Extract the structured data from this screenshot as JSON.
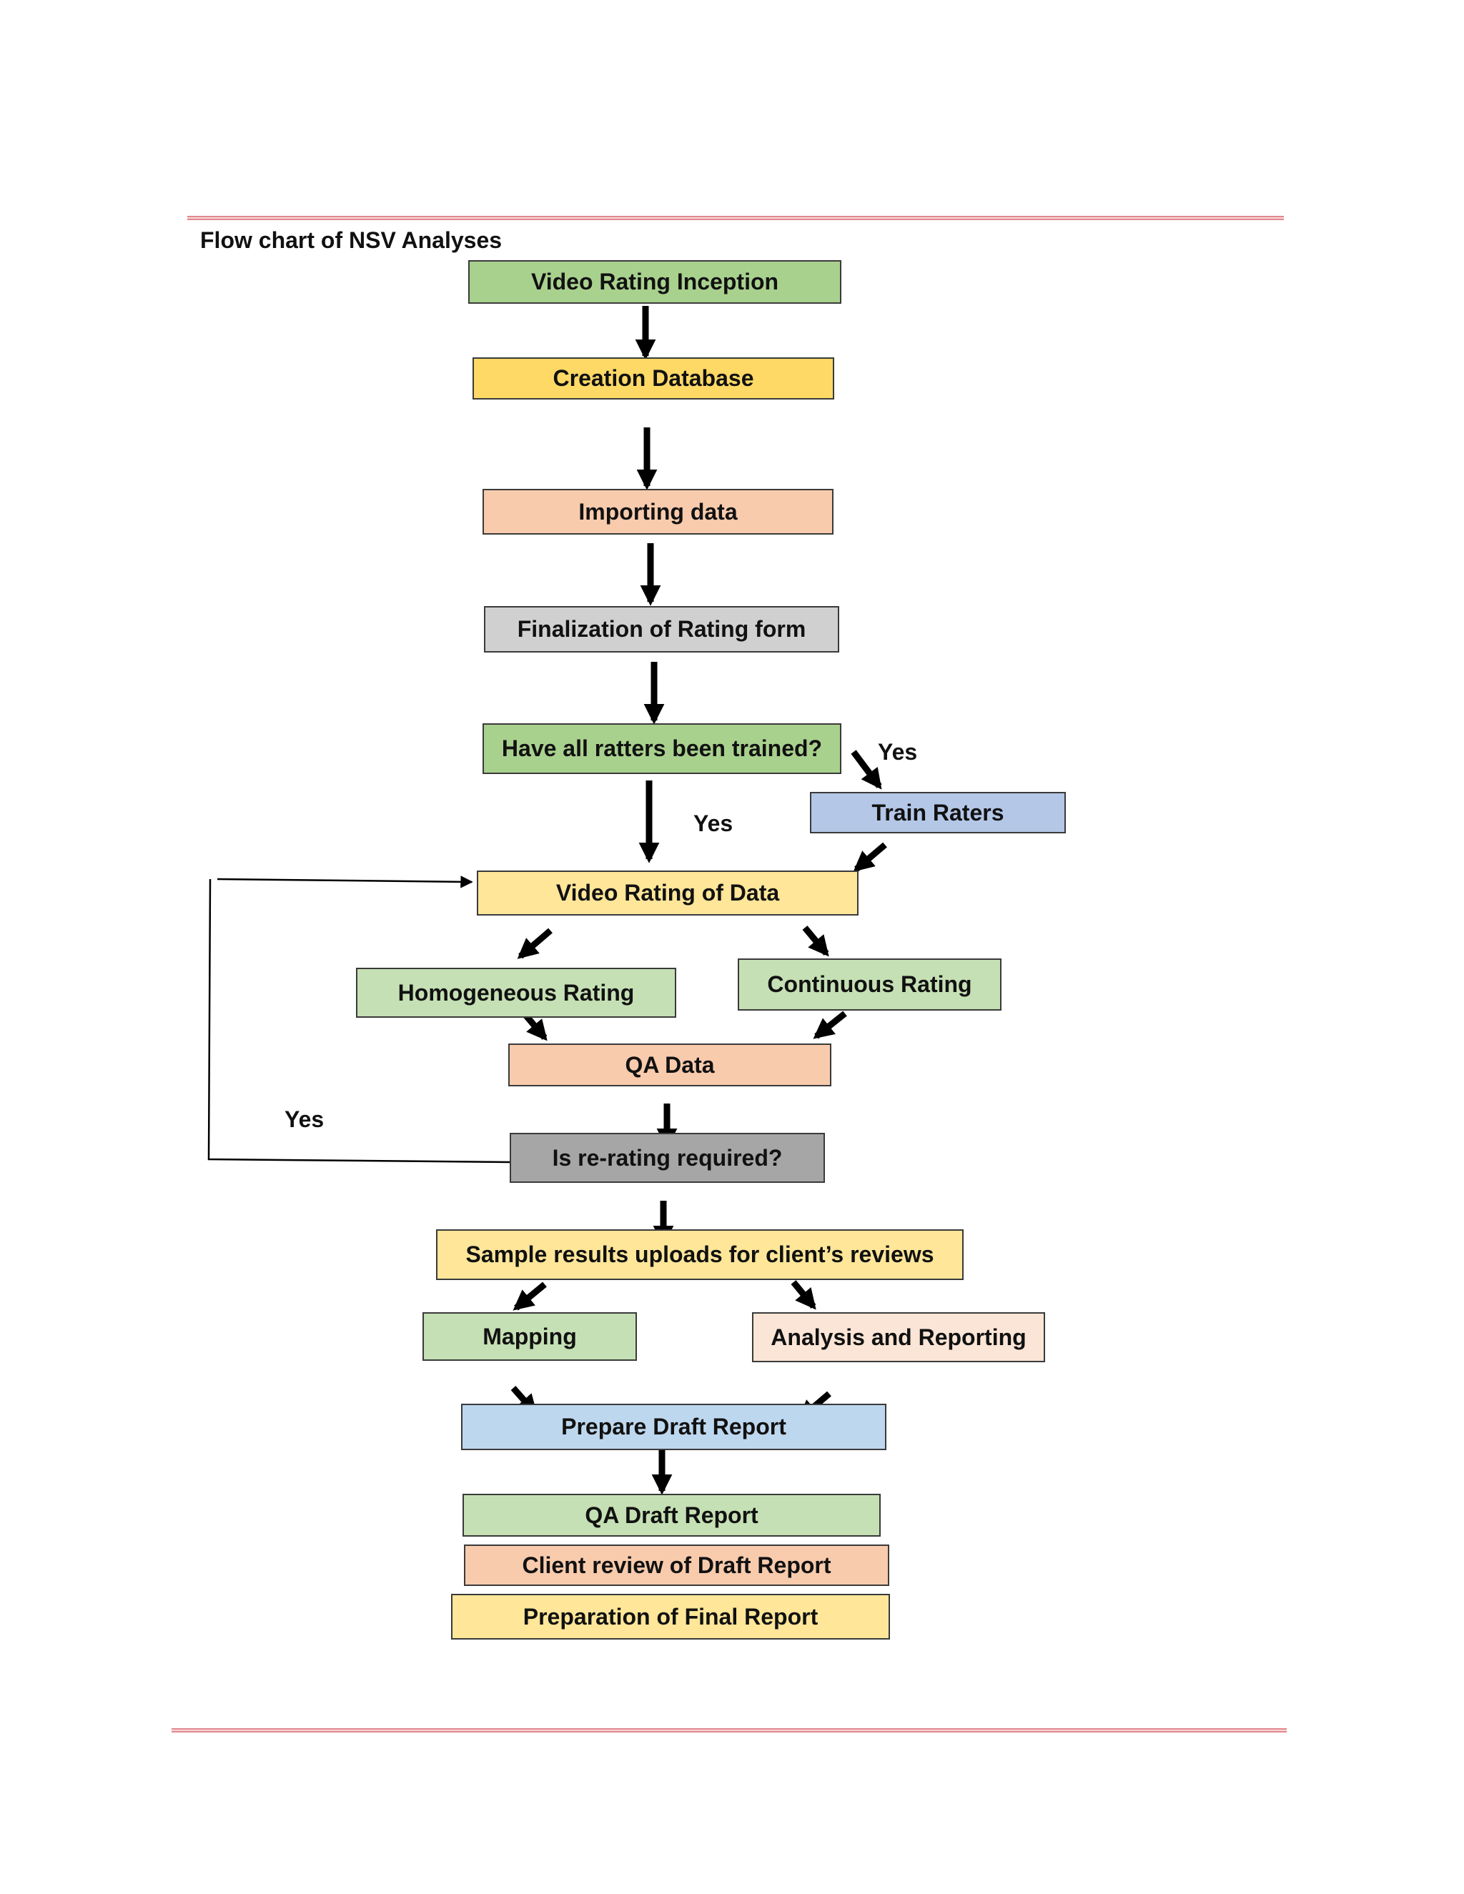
{
  "title": "Flow chart of NSV Analyses",
  "colors": {
    "green": "#a9d18e",
    "lightgreen": "#c5e0b4",
    "gold": "#ffd966",
    "lightyellow": "#ffe699",
    "salmon": "#f8cbad",
    "peach": "#fbe5d6",
    "gray": "#d0d0d0",
    "darkgray": "#a6a6a6",
    "blue": "#b4c7e7",
    "lightblue": "#bdd7ee",
    "rule": "#e3878d"
  },
  "nodes": {
    "inception": "Video Rating Inception",
    "database": "Creation Database",
    "importing": "Importing data",
    "finalization": "Finalization of Rating form",
    "trained": "Have all ratters been trained?",
    "train_raters": "Train Raters",
    "video_rating": "Video Rating of Data",
    "homogeneous": "Homogeneous Rating",
    "continuous": "Continuous Rating",
    "qa_data": "QA Data",
    "rerating": "Is re-rating required?",
    "sample_results": "Sample results uploads for client’s reviews",
    "mapping": "Mapping",
    "analysis": "Analysis and Reporting",
    "draft": "Prepare Draft Report",
    "qa_draft": "QA Draft Report",
    "client_review": "Client review of Draft Report",
    "final": "Preparation of Final Report"
  },
  "labels": {
    "yes_train": "Yes",
    "yes_trained": "Yes",
    "yes_loop": "Yes"
  }
}
